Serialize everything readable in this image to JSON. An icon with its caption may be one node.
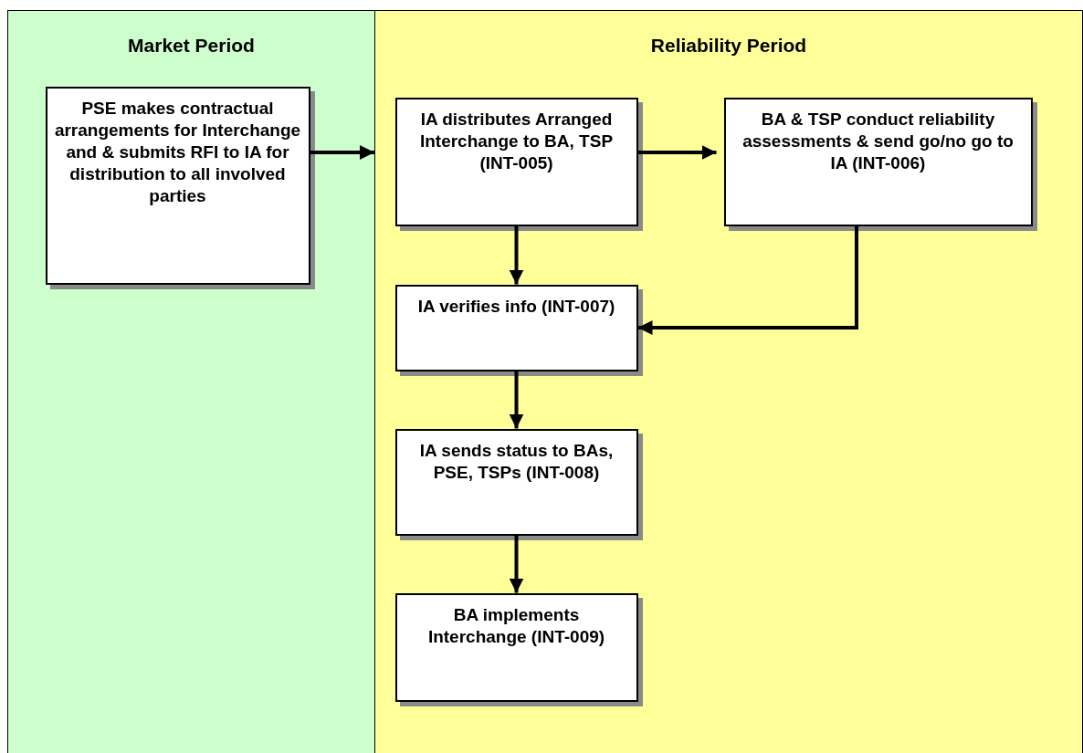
{
  "diagram": {
    "nodes": [
      {
        "text": [
          "Market Period"
        ]
      },
      {
        "text": [
          "PSE makes contractual arrangements for Interchange and & submits RFI to IA for distribution to all involved parties"
        ],
        "in": 0
      },
      {
        "text": [
          "Reliability Period"
        ]
      },
      {
        "text": [
          "IA distributes Arranged Interchange to BA, TSP (INT-005)"
        ],
        "in": 2
      },
      {
        "text": [
          "BA & TSP conduct reliability assessments & send go/no go to IA (INT-006)"
        ],
        "in": 2
      },
      {
        "text": [
          "IA verifies info (INT-007)"
        ],
        "in": 2
      },
      {
        "text": [
          "IA sends status to BAs, PSE, TSPs (INT-008)"
        ],
        "in": 2
      },
      {
        "text": [
          "BA implements Interchange (INT-009)"
        ],
        "in": 2
      }
    ],
    "edges": [
      {
        "from": 1,
        "to": 2,
        "arrow": "to"
      },
      {
        "from": 3,
        "to": 4,
        "arrow": "to"
      },
      {
        "from": 3,
        "to": 5,
        "arrow": "to"
      },
      {
        "from": 4,
        "to": 5,
        "arrow": "to"
      },
      {
        "from": 5,
        "to": 6,
        "arrow": "to"
      },
      {
        "from": 6,
        "to": 7,
        "arrow": "to"
      }
    ]
  }
}
